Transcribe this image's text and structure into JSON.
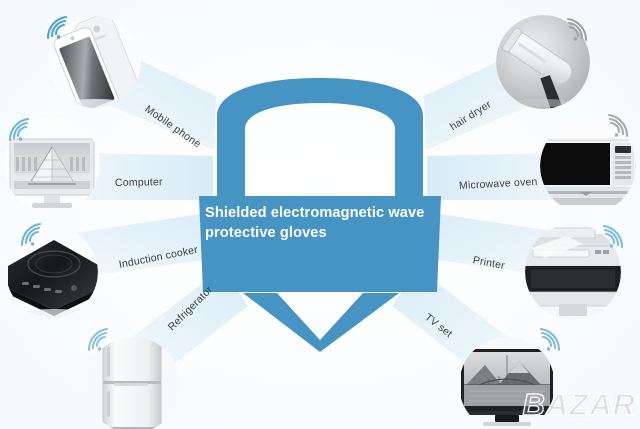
{
  "graphic": {
    "title": "Shielded electromagnetic wave protective gloves",
    "title_line1": "Shielded electromagnetic wave",
    "title_line2": "protective gloves",
    "shield_color": "#4594c3",
    "ray_color": "#e4f1f8",
    "label_color": "#3c4046",
    "background_color": "#ffffff"
  },
  "watermark": {
    "text": "BAZAR"
  },
  "devices": [
    {
      "id": "mobile-phone",
      "label": "Mobile phone",
      "icon": "wifi-signal-icon",
      "photo": "white-smartphones-photo"
    },
    {
      "id": "computer",
      "label": "Computer",
      "icon": "wifi-signal-icon",
      "photo": "desktop-monitor-photo"
    },
    {
      "id": "induction-cooker",
      "label": "Induction cooker",
      "icon": "wifi-signal-icon",
      "photo": "black-induction-cooktop-photo"
    },
    {
      "id": "refrigerator",
      "label": "Refrigerator",
      "icon": "wifi-signal-icon",
      "photo": "white-two-door-fridge-photo"
    },
    {
      "id": "hair-dryer",
      "label": "hair dryer",
      "icon": "wifi-signal-icon",
      "photo": "white-hair-dryer-photo"
    },
    {
      "id": "microwave-oven",
      "label": "Microwave oven",
      "icon": "wifi-signal-icon",
      "photo": "black-microwave-oven-photo"
    },
    {
      "id": "printer",
      "label": "Printer",
      "icon": "wifi-signal-icon",
      "photo": "office-printer-photo"
    },
    {
      "id": "tv-set",
      "label": "TV set",
      "icon": "wifi-signal-icon",
      "photo": "flat-screen-tv-photo"
    }
  ]
}
